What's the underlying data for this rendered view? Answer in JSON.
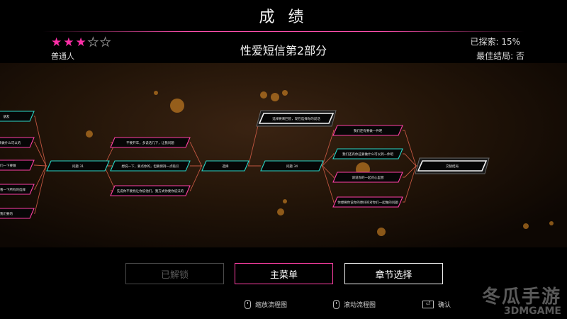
{
  "header": {
    "title": "成 绩",
    "rank_label": "普通人",
    "stars_filled": 3,
    "stars_total": 5,
    "chapter_title": "性爱短信第2部分",
    "explored_text": "已探索:  15%",
    "best_ending_text": "最佳结局: 否"
  },
  "flowchart": {
    "nodes": [
      {
        "id": "L1",
        "label": "朋友",
        "state": "visited"
      },
      {
        "id": "L2",
        "label": "让你来做什么可以的",
        "state": "normal"
      },
      {
        "id": "L3",
        "label": "我们一下要做",
        "state": "normal"
      },
      {
        "id": "L4",
        "label": "你可以来看一下所有的选择",
        "state": "normal"
      },
      {
        "id": "L5",
        "label": "我们要的",
        "state": "normal"
      },
      {
        "id": "Q1",
        "label": "问题 31",
        "state": "visited"
      },
      {
        "id": "A1",
        "label": "不要开车，多说话几下，让我问题",
        "state": "normal"
      },
      {
        "id": "A2",
        "label": "想说一下，要点你的，但要保持一点吸引",
        "state": "visited"
      },
      {
        "id": "A3",
        "label": "先说你不要找让你说他们，我方式你要你说法的",
        "state": "normal"
      },
      {
        "id": "C1",
        "label": "选择",
        "state": "visited"
      },
      {
        "id": "T1",
        "label": "选择要来回答，现在选择你的说话",
        "state": "current"
      },
      {
        "id": "Q2",
        "label": "问题 34",
        "state": "visited"
      },
      {
        "id": "B1",
        "label": "我们还有要做一件吧",
        "state": "normal"
      },
      {
        "id": "B2",
        "label": "我们还有你这要做什么可以到一件吧",
        "state": "visited"
      },
      {
        "id": "B3",
        "label": "请说你的一起对心里想",
        "state": "normal"
      },
      {
        "id": "B4",
        "label": "你想要你说你的更好的对你们一起做的问题",
        "state": "normal"
      },
      {
        "id": "E1",
        "label": "交替结局",
        "state": "current"
      }
    ],
    "colors": {
      "visited": "#29d6c8",
      "normal": "#ff3fa5",
      "current": "#f2f2f2",
      "line": "#d9604a"
    }
  },
  "buttons": {
    "unlocked": "已解锁",
    "main_menu": "主菜单",
    "chapter_select": "章节选择"
  },
  "hints": {
    "zoom": "缩放流程图",
    "scroll": "滚动流程图",
    "confirm": "确认"
  },
  "watermark": {
    "top": "冬瓜手游",
    "bottom": "3DMGAME"
  }
}
